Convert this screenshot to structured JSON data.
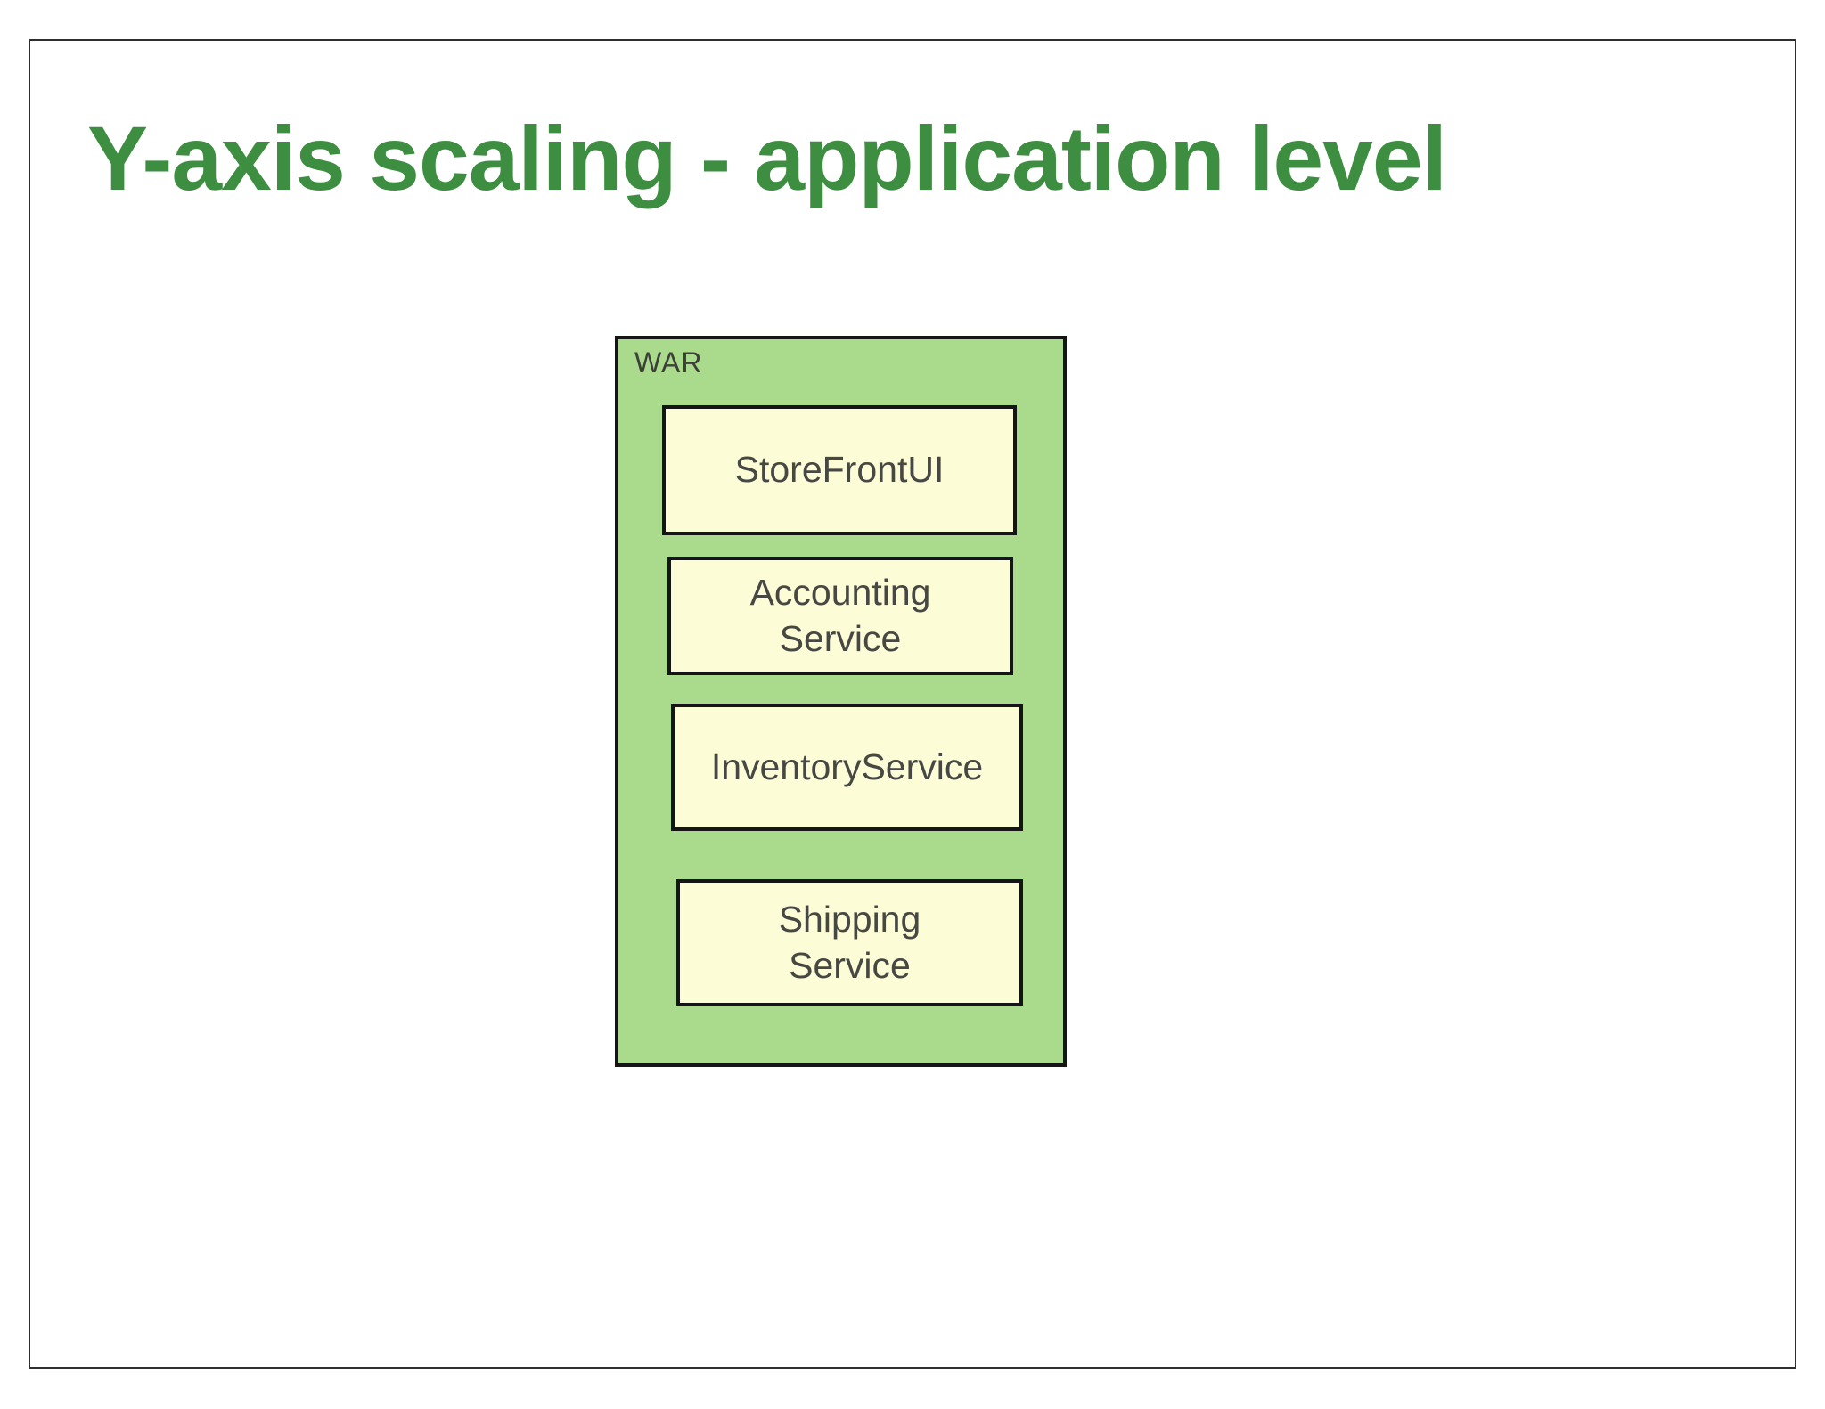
{
  "slide": {
    "title": "Y-axis scaling - application level",
    "title_color": "#3e8e41",
    "background_color": "#ffffff",
    "frame_border_color": "#2e2e2e"
  },
  "diagram": {
    "container": {
      "label": "WAR",
      "fill_color": "#aada8c",
      "border_color": "#151515",
      "label_color": "#3d4038"
    },
    "components": [
      {
        "label": "StoreFrontUI"
      },
      {
        "label": "Accounting\nService"
      },
      {
        "label": "InventoryService"
      },
      {
        "label": "Shipping\nService"
      }
    ],
    "component_fill_color": "#fcfdd6",
    "component_text_color": "#474744"
  }
}
